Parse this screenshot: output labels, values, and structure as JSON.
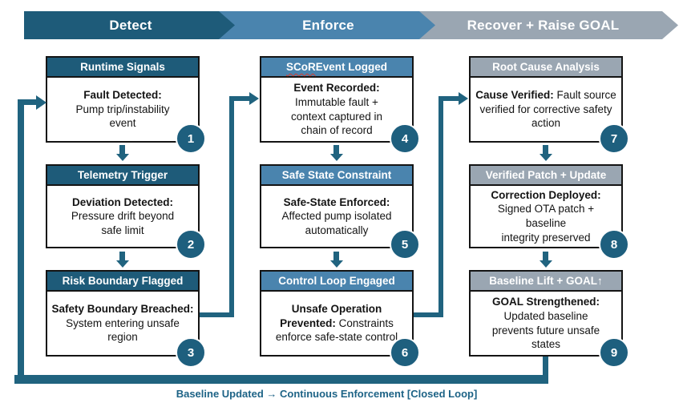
{
  "banner": {
    "stages": [
      {
        "label": "Detect",
        "color": "#1E5B79"
      },
      {
        "label": "Enforce",
        "color": "#4A84AE"
      },
      {
        "label": "Recover + Raise GOAL",
        "color": "#9AA6B2"
      }
    ]
  },
  "columns": [
    {
      "stage": "Detect",
      "boxes": [
        {
          "number": "1",
          "title": "Runtime Signals",
          "lead": "Fault Detected:",
          "rest": "\nPump trip/instability\nevent"
        },
        {
          "number": "2",
          "title": "Telemetry Trigger",
          "lead": "Deviation Detected:",
          "rest": "\nPressure drift beyond\nsafe limit"
        },
        {
          "number": "3",
          "title": "Risk Boundary Flagged",
          "lead": "Safety Boundary Breached:",
          "rest": " System entering unsafe region"
        }
      ]
    },
    {
      "stage": "Enforce",
      "boxes": [
        {
          "number": "4",
          "title_scor": "SCoR",
          "title_after": " Event Logged",
          "lead": "Event Recorded:",
          "rest": "\nImmutable fault +\ncontext captured in\nchain of record"
        },
        {
          "number": "5",
          "title": "Safe State Constraint",
          "lead": "Safe-State Enforced:",
          "rest": "\nAffected pump isolated\nautomatically"
        },
        {
          "number": "6",
          "title": "Control Loop Engaged",
          "lead": "Unsafe Operation Prevented:",
          "rest": " Constraints enforce safe-state control"
        }
      ]
    },
    {
      "stage": "Recover + Raise GOAL",
      "boxes": [
        {
          "number": "7",
          "title": "Root Cause Analysis",
          "lead": "Cause Verified:",
          "rest": " Fault source verified for corrective safety action"
        },
        {
          "number": "8",
          "title": "Verified Patch + Update",
          "lead": "Correction Deployed:",
          "rest": "\nSigned OTA patch +\nbaseline\nintegrity preserved"
        },
        {
          "number": "9",
          "title": "Baseline Lift + GOAL↑",
          "lead": "GOAL Strengthened:",
          "rest": "\nUpdated baseline\nprevents future unsafe\nstates"
        }
      ]
    }
  ],
  "footer": {
    "caption": "Baseline Updated → Continuous Enforcement [Closed Loop]"
  },
  "colors": {
    "stage_detect": "#1E5B79",
    "stage_enforce": "#4A84AE",
    "stage_recover": "#9AA6B2",
    "connector_line": "#20637F",
    "step_badge": "#1E5F7E",
    "caption_text": "#1D6386",
    "spellcheck_underline": "#d83b2d"
  }
}
